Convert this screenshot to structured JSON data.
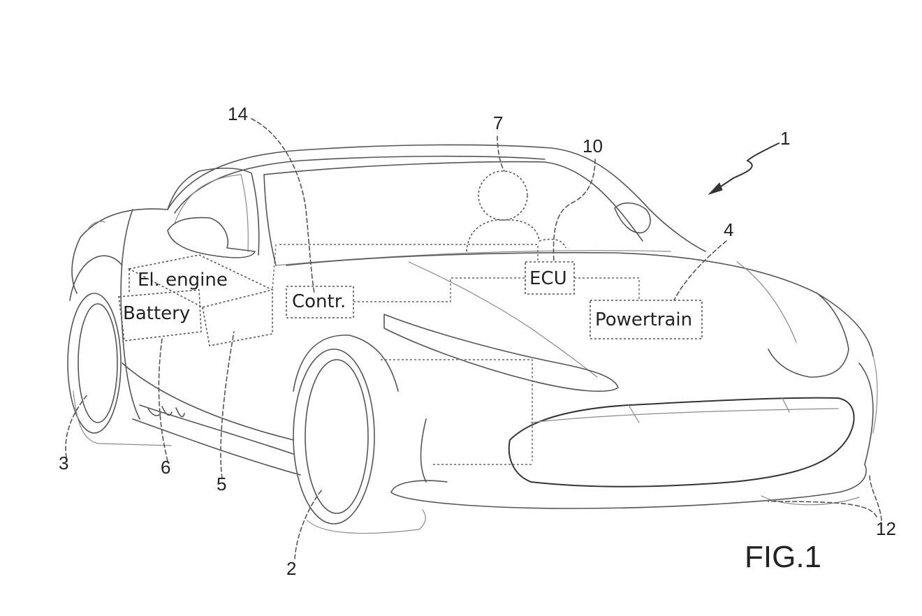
{
  "labels": {
    "el_engine": "El. engine",
    "battery": "Battery",
    "controller": "Contr.",
    "ecu": "ECU",
    "powertrain": "Powertrain"
  },
  "reference_numerals": {
    "car": "1",
    "front_wheel": "2",
    "rear_wheel": "3",
    "powertrain": "4",
    "electric_engine": "5",
    "battery": "6",
    "driver": "7",
    "ecu": "10",
    "front_splitter": "12",
    "controller": "14"
  },
  "figure_title": "FIG.1"
}
